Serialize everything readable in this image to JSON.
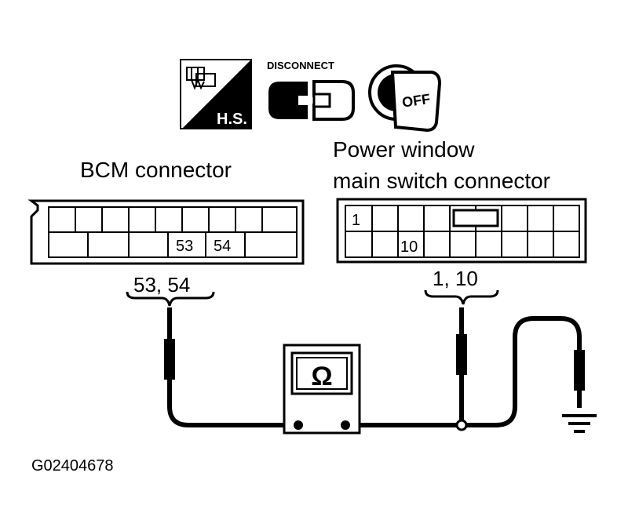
{
  "icons": {
    "harness_side": {
      "name": "harness-side-icon",
      "text": "H.S."
    },
    "disconnect": {
      "name": "disconnect-icon",
      "text": "DISCONNECT"
    },
    "ignition_off": {
      "name": "ignition-key-off-icon",
      "text": "OFF"
    }
  },
  "bcm_connector": {
    "title": "BCM connector",
    "pin_labels": [
      "53",
      "54"
    ],
    "probe_label": "53, 54"
  },
  "power_window_connector": {
    "title_line1": "Power window",
    "title_line2": "main switch connector",
    "pin_labels": [
      "1",
      "10"
    ],
    "probe_label": "1, 10"
  },
  "ohmmeter": {
    "name": "ohmmeter",
    "symbol": "Ω"
  },
  "ground": {
    "name": "ground-symbol-icon"
  },
  "figure_id": "G02404678"
}
